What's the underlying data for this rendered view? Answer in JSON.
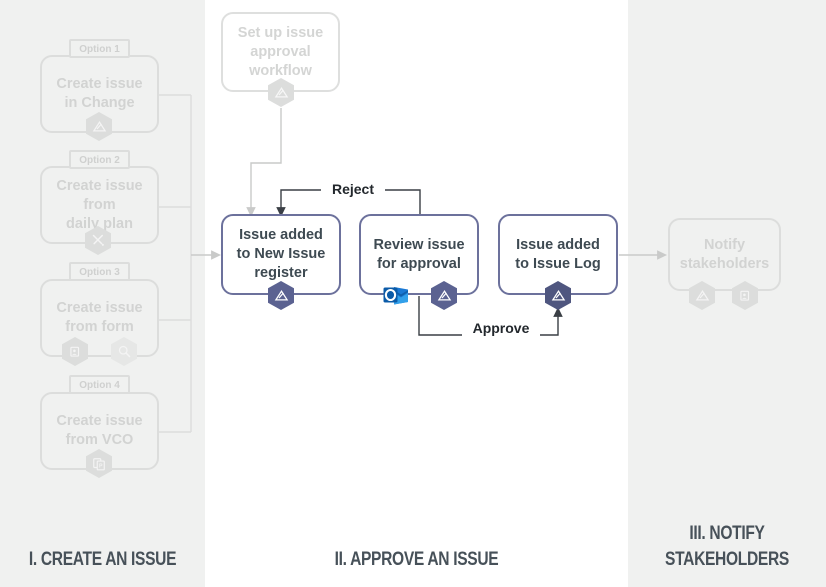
{
  "diagram": {
    "title_visible": false,
    "colors": {
      "active_border": "#6c719c",
      "active_text": "#3e4a52",
      "ghost": "#d2d3d2",
      "panel_bg": "#f0f1f0",
      "canvas_bg": "#ffffff",
      "badge_fill": "#5b6291",
      "badge_ghost_fill": "#dcdddc",
      "outlook_blue": "#0f6cbd",
      "caption_text": "#475159"
    }
  },
  "lanes": [
    {
      "id": "lane-create",
      "caption": "I. CREATE AN ISSUE"
    },
    {
      "id": "lane-approve",
      "caption": "II. APPROVE AN ISSUE"
    },
    {
      "id": "lane-notify",
      "caption": "III. NOTIFY\nSTAKEHOLDERS"
    }
  ],
  "options": [
    {
      "tab": "Option 1",
      "label": "Create issue\nin Change",
      "icons": [
        "power-automate-icon"
      ]
    },
    {
      "tab": "Option 2",
      "label": "Create issue\nfrom\ndaily plan",
      "icons": [
        "tools-icon"
      ]
    },
    {
      "tab": "Option 3",
      "label": "Create issue\nfrom form",
      "icons": [
        "form-icon",
        "search-icon"
      ]
    },
    {
      "tab": "Option 4",
      "label": "Create issue\nfrom VCO",
      "icons": [
        "copy-documents-icon"
      ]
    }
  ],
  "nodes": {
    "setup": {
      "label": "Set up issue\napproval\nworkflow",
      "state": "ghost",
      "icons": [
        "power-automate-icon"
      ]
    },
    "new_issue_register": {
      "label": "Issue added\nto New Issue\nregister",
      "state": "active",
      "icons": [
        "power-automate-icon"
      ]
    },
    "review_approval": {
      "label": "Review issue\nfor approval",
      "state": "active",
      "icons": [
        "outlook-icon",
        "power-automate-icon"
      ]
    },
    "issue_log": {
      "label": "Issue added\nto Issue Log",
      "state": "active",
      "icons": [
        "power-automate-icon"
      ]
    },
    "notify_stakeholders": {
      "label": "Notify\nstakeholders",
      "state": "ghost",
      "icons": [
        "power-automate-icon",
        "form-icon"
      ]
    }
  },
  "edge_labels": {
    "reject": "Reject",
    "approve": "Approve"
  }
}
